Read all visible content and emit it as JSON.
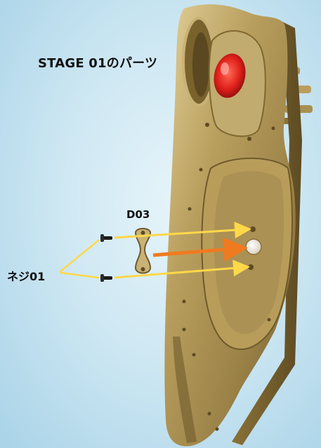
{
  "title": "STAGE 01のパーツ",
  "parts": {
    "d03": "D03",
    "screw": "ネジ01"
  },
  "colors": {
    "background_center": "#e6f4fa",
    "background_edge": "#a9d3e8",
    "brass_light": "#d8c38a",
    "brass_mid": "#a88f52",
    "brass_dark": "#6f5a2c",
    "red_lens": "#e0201c",
    "arrow_yellow": "#ffd84a",
    "arrow_orange": "#f07a20",
    "label_text": "#111111"
  }
}
